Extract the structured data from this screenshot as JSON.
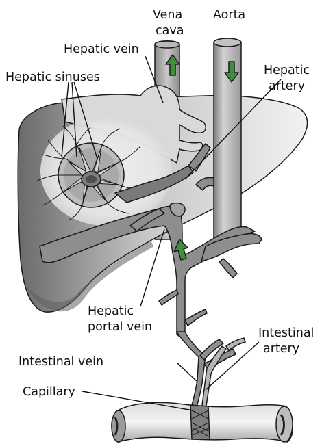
{
  "labels": {
    "vena_cava_1": "Vena",
    "vena_cava_2": "cava",
    "aorta": "Aorta",
    "hepatic_vein": "Hepatic vein",
    "hepatic_sinuses": "Hepatic sinuses",
    "hepatic_artery_1": "Hepatic",
    "hepatic_artery_2": "artery",
    "portal_vein_1": "Hepatic",
    "portal_vein_2": "portal vein",
    "intestinal_artery_1": "Intestinal",
    "intestinal_artery_2": "artery",
    "intestinal_vein": "Intestinal vein",
    "capillary": "Capillary"
  },
  "colors": {
    "liver_dark": "#6f6f6f",
    "liver_light": "#e9e9e9",
    "vessel_fill": "#9a9a9a",
    "hepatic_vein_fill": "#d6d6d6",
    "arrow_green": "#3f8f3a",
    "outline": "#1a1a1a"
  }
}
